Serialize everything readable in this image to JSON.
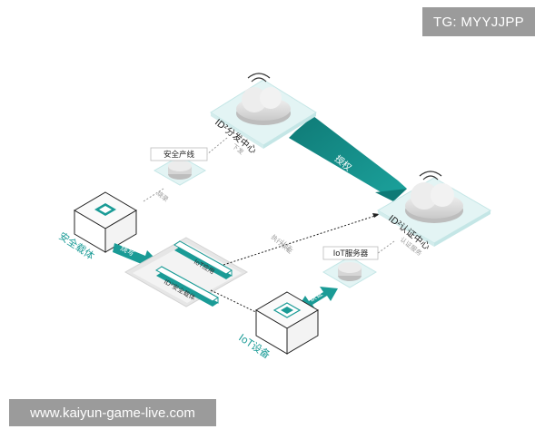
{
  "watermarks": {
    "top_right": "TG: MYYJJPP",
    "bottom_left": "www.kaiyun-game-live.com"
  },
  "nodes": {
    "distribution_center": "ID²分发中心",
    "auth_center": "ID²认证中心",
    "secure_production_line": "安全产线",
    "secure_carrier": "安全载体",
    "iot_server": "IoT服务器",
    "iot_device": "IoT设备",
    "iot_app_card": "IoT应用",
    "id2_carrier_card": "ID²安全载体"
  },
  "flows": {
    "authorize": "授权",
    "burn_in": "烧写",
    "authenticate": "认证"
  },
  "small_labels": {
    "issue_top": "下发",
    "issue_bottom": "烧录",
    "execute_auth_1": "执行认证",
    "execute_auth_2": "认证",
    "auth_service": "认证服务"
  },
  "colors": {
    "teal": "#1a9b96",
    "teal_dark": "#0f7a76",
    "platform": "#e3f4f4",
    "platform_edge": "#c4e6e6",
    "gray_text": "#9a9a9a"
  }
}
